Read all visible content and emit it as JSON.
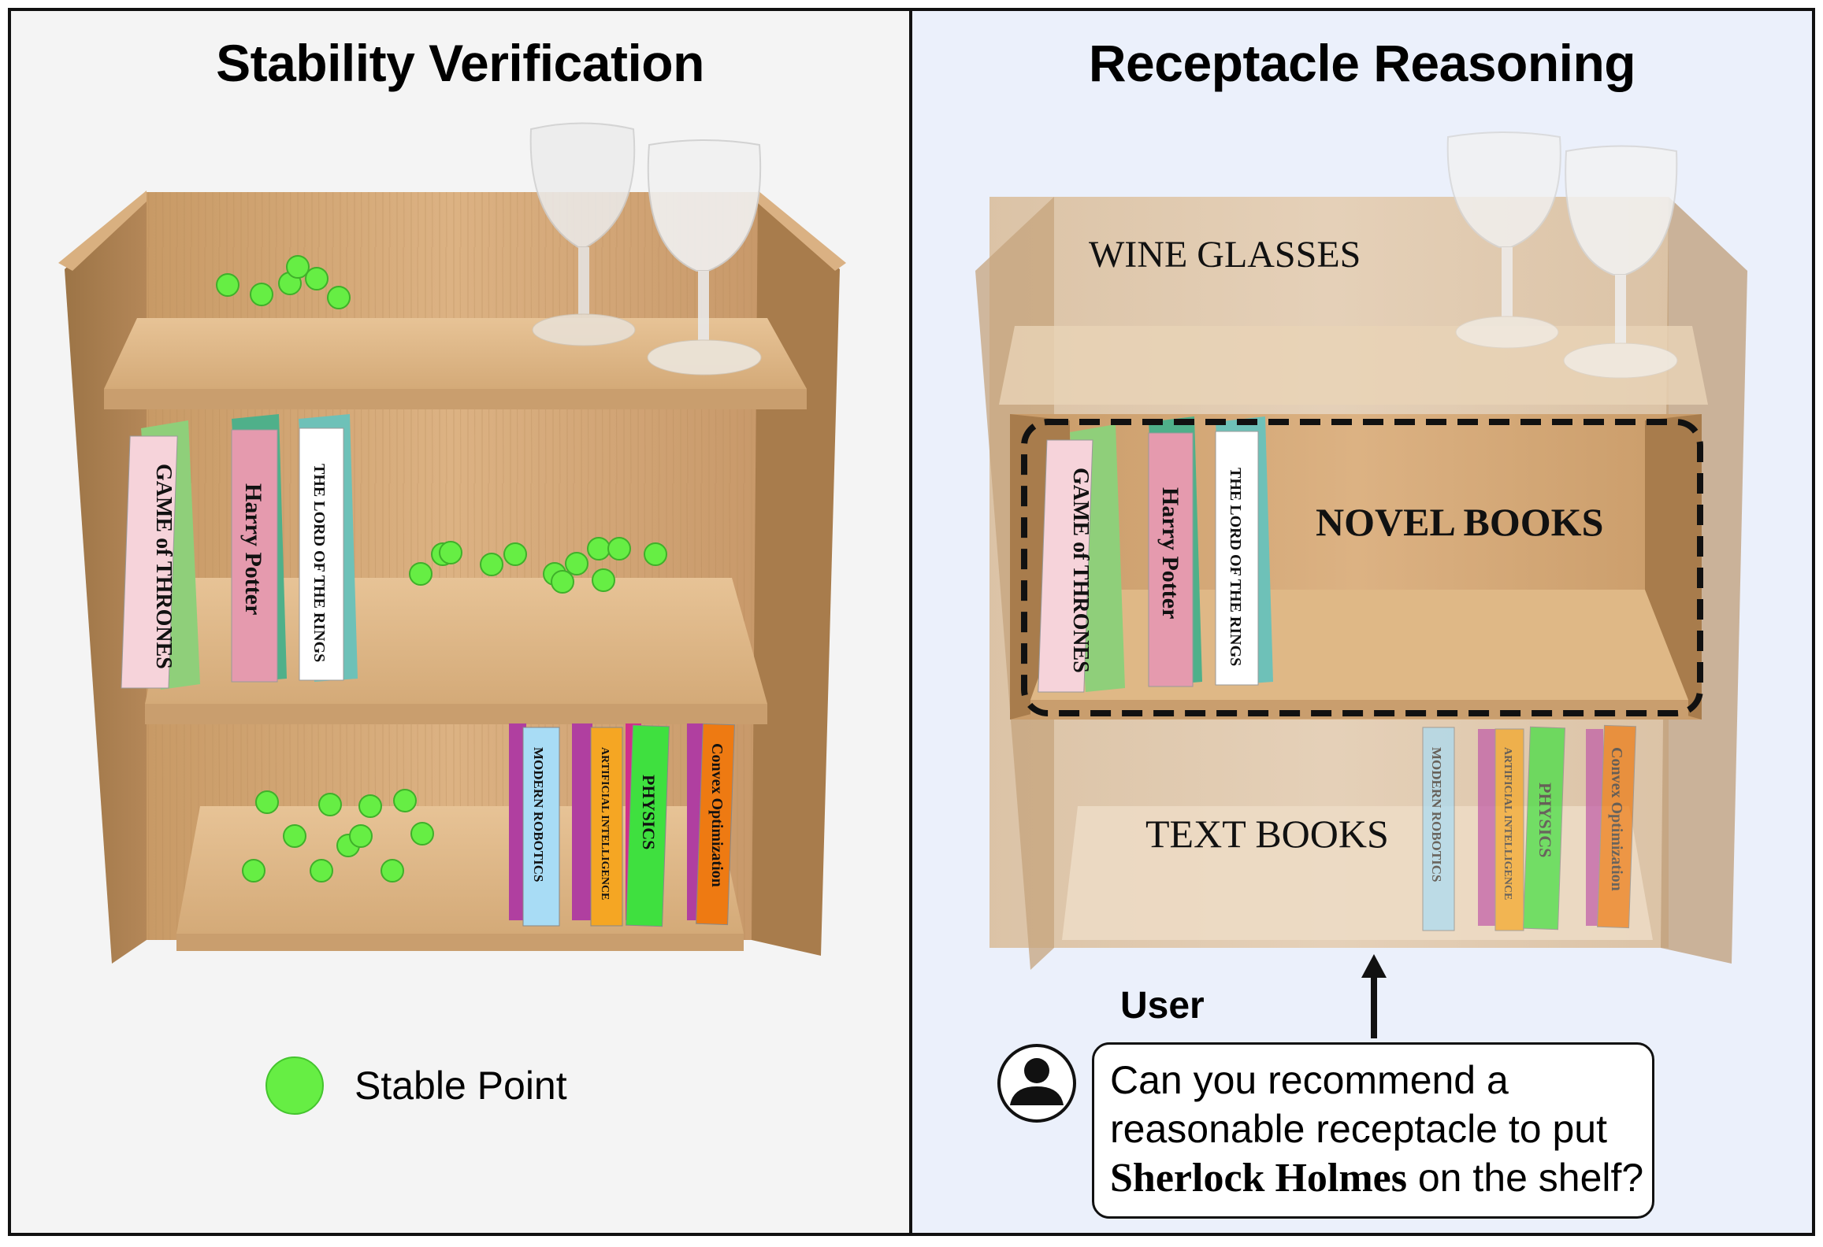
{
  "left_panel": {
    "title": "Stability Verification",
    "legend": {
      "label": "Stable Point",
      "color": "#66ee44"
    }
  },
  "right_panel": {
    "title": "Receptacle Reasoning",
    "region_labels": {
      "top": "WINE GLASSES",
      "middle": "NOVEL BOOKS",
      "bottom": "TEXT BOOKS"
    },
    "user": {
      "label": "User",
      "prompt_line1": "Can you recommend a",
      "prompt_line2": "reasonable receptacle to put",
      "prompt_bold": "Sherlock Holmes",
      "prompt_end": " on the shelf?"
    }
  },
  "books": {
    "novels": [
      {
        "title": "GAME of THRONES",
        "color": "#f6d3da"
      },
      {
        "title": "Harry Potter",
        "color": "#e59aae"
      },
      {
        "title": "THE LORD OF THE RINGS",
        "color": "#ffffff"
      }
    ],
    "textbooks": [
      {
        "title": "MODERN ROBOTICS",
        "color": "#a8dcf5"
      },
      {
        "title": "ARTIFICIAL INTELLIGENCE",
        "color": "#f5a623"
      },
      {
        "title": "PHYSICS",
        "color": "#3fe03f"
      },
      {
        "title": "Convex Optimization",
        "color": "#ee7a12"
      }
    ]
  },
  "icons": {
    "user": "user-avatar-icon",
    "arrow": "arrow-up-icon",
    "glass": "wine-glass-icon"
  }
}
